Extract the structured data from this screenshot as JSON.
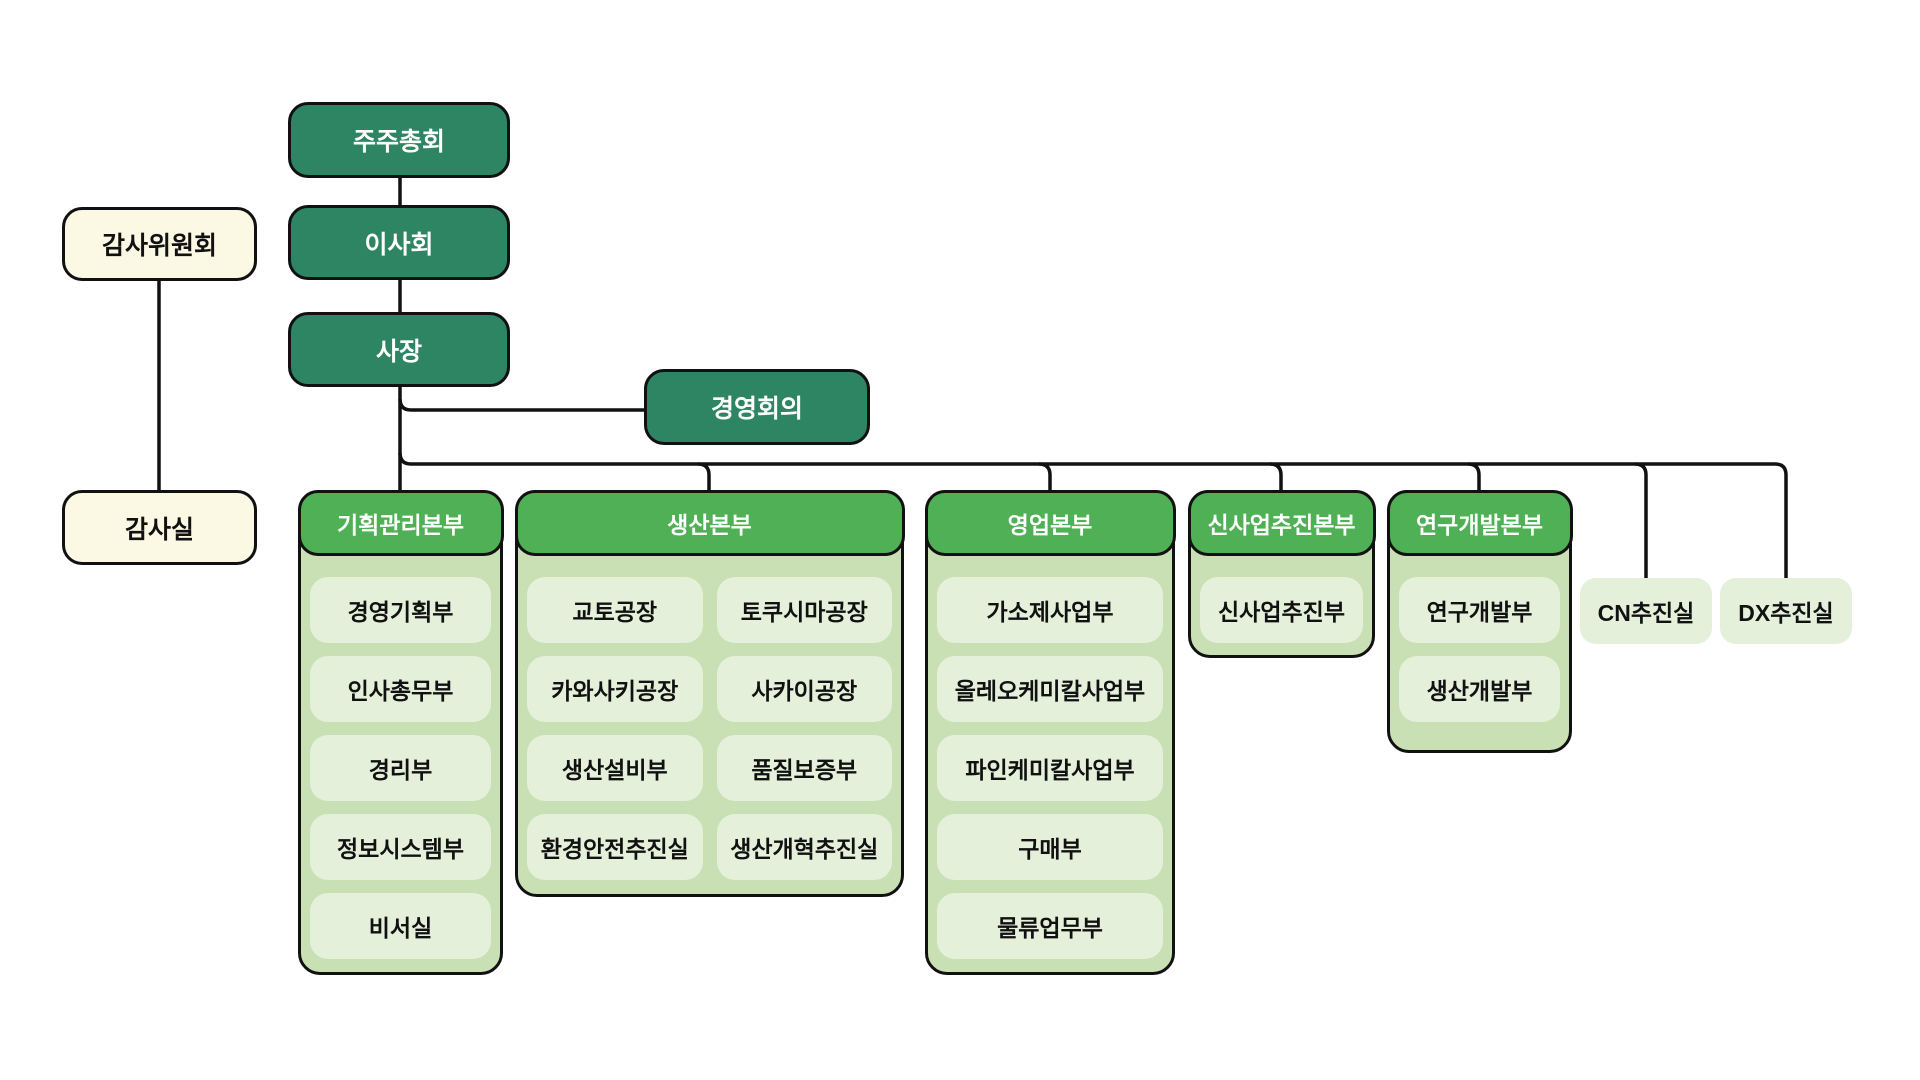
{
  "palette": {
    "dark_green": "#2E8564",
    "green": "#4FB056",
    "panel": "#C9E0B4",
    "pill": "#E4F0DA",
    "cream": "#FBF8E3",
    "line": "#111111"
  },
  "top_chain": [
    {
      "label": "주주총회"
    },
    {
      "label": "이사회"
    },
    {
      "label": "사장"
    }
  ],
  "management_meeting": {
    "label": "경영회의"
  },
  "audit": {
    "committee_label": "감사위원회",
    "office_label": "감사실"
  },
  "divisions": [
    {
      "name": "기획관리본부",
      "departments": [
        "경영기획부",
        "인사총무부",
        "경리부",
        "정보시스템부",
        "비서실"
      ]
    },
    {
      "name": "생산본부",
      "departments": [
        "교토공장",
        "토쿠시마공장",
        "카와사키공장",
        "사카이공장",
        "생산설비부",
        "품질보증부",
        "환경안전추진실",
        "생산개혁추진실"
      ]
    },
    {
      "name": "영업본부",
      "departments": [
        "가소제사업부",
        "올레오케미칼사업부",
        "파인케미칼사업부",
        "구매부",
        "물류업무부"
      ]
    },
    {
      "name": "신사업추진본부",
      "departments": [
        "신사업추진부"
      ]
    },
    {
      "name": "연구개발본부",
      "departments": [
        "연구개발부",
        "생산개발부"
      ]
    }
  ],
  "standalone_offices": [
    "CN추진실",
    "DX추진실"
  ]
}
